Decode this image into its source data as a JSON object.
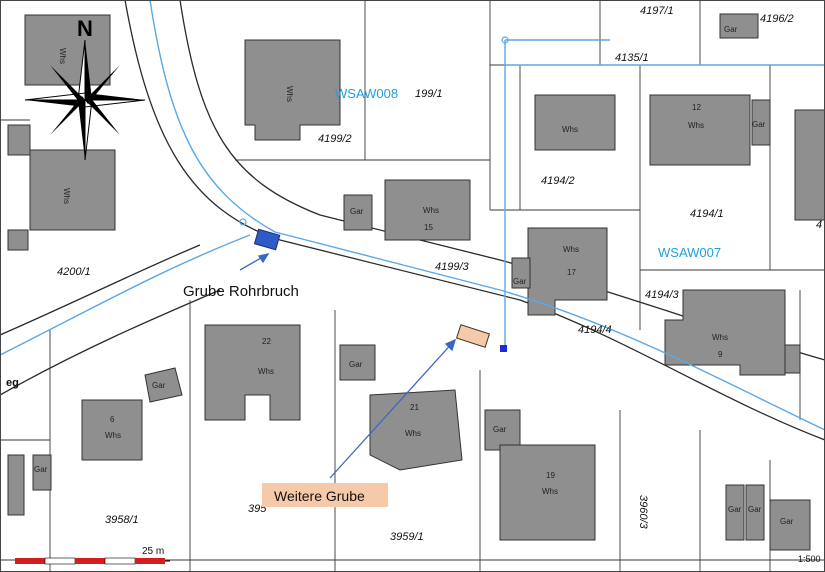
{
  "map": {
    "north_label": "N",
    "callouts": {
      "rohrbruch": "Grube Rohrbruch",
      "weitere": "Weitere Grube"
    },
    "stations": {
      "wsaw008": "WSAW008",
      "wsaw007": "WSAW007"
    },
    "parcels": {
      "p4199_2": "4199/2",
      "p199_1": "199/1",
      "p4199_3": "4199/3",
      "p4200_1": "4200/1",
      "p4194_2": "4194/2",
      "p4194_1": "4194/1",
      "p4194_3": "4194/3",
      "p4194_4": "4194/4",
      "p4135_1": "4135/1",
      "p4197_1": "4197/1",
      "p4196_2": "4196/2",
      "p3958_1": "3958/1",
      "p3959_1": "3959/1",
      "p3960_3": "3960/3",
      "p39x": "395",
      "p4": "4"
    },
    "buildings": {
      "whs": "Whs",
      "gar": "Gar",
      "n12": "12",
      "n15": "15",
      "n17": "17",
      "n9": "9",
      "n22": "22",
      "n21": "21",
      "n6": "6",
      "n19": "19"
    },
    "street": "eg",
    "scale": {
      "label": "25 m",
      "ratio": "1:500"
    }
  },
  "colors": {
    "building": "#8f8f8f",
    "pipe": "#5aa8e6",
    "station": "#1ea0dc",
    "pit_blue": "#2f5bc8",
    "pit_orange": "#f6c9a8",
    "scale_red": "#d21e1e"
  }
}
